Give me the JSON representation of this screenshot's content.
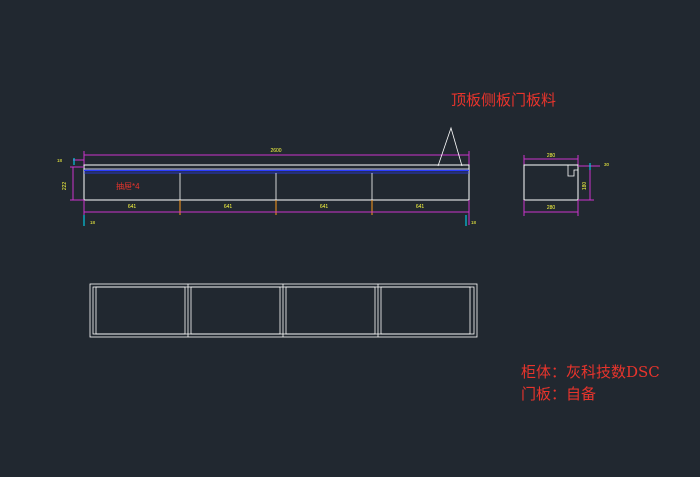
{
  "annotations": {
    "material_note": "顶板侧板门板料",
    "drawer_label": "抽屉*4",
    "cabinet_note": "柜体：灰科技数DSC",
    "door_note": "门板：自备"
  },
  "front_view": {
    "overall_width": "2600",
    "height": "222",
    "top_thickness": "18",
    "bottom_thickness": "18",
    "drawer_widths": [
      "641",
      "641",
      "641",
      "641"
    ],
    "side_thickness": "18"
  },
  "side_view": {
    "depth_top": "280",
    "height": "180",
    "lip": "30",
    "depth_bottom": "280"
  },
  "colors": {
    "background": "#212830",
    "outline": "#ffffff",
    "dimension": "#cc33cc",
    "dimension_text": "#ffff40",
    "tick": "#00e5ff",
    "blue_line": "#2a3cff",
    "orange": "#ff9a1a",
    "note": "#e8342c"
  }
}
